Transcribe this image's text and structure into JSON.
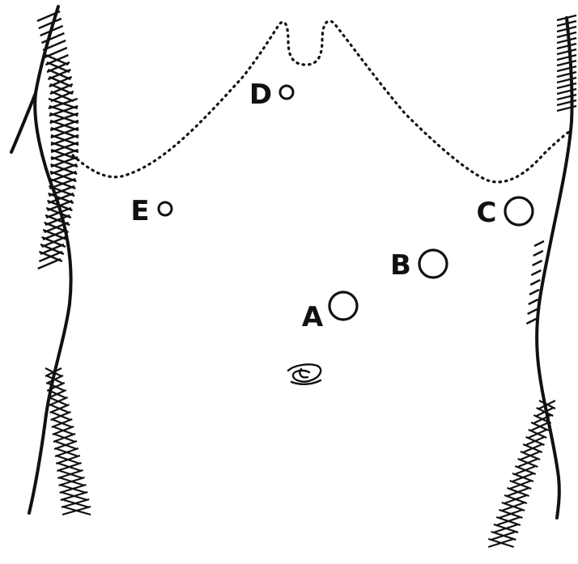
{
  "ports": [
    {
      "key": "a",
      "label": "A"
    },
    {
      "key": "b",
      "label": "B"
    },
    {
      "key": "c",
      "label": "C"
    },
    {
      "key": "d",
      "label": "D"
    },
    {
      "key": "e",
      "label": "E"
    }
  ],
  "colors": {
    "ink": "#111111",
    "background": "#ffffff"
  }
}
